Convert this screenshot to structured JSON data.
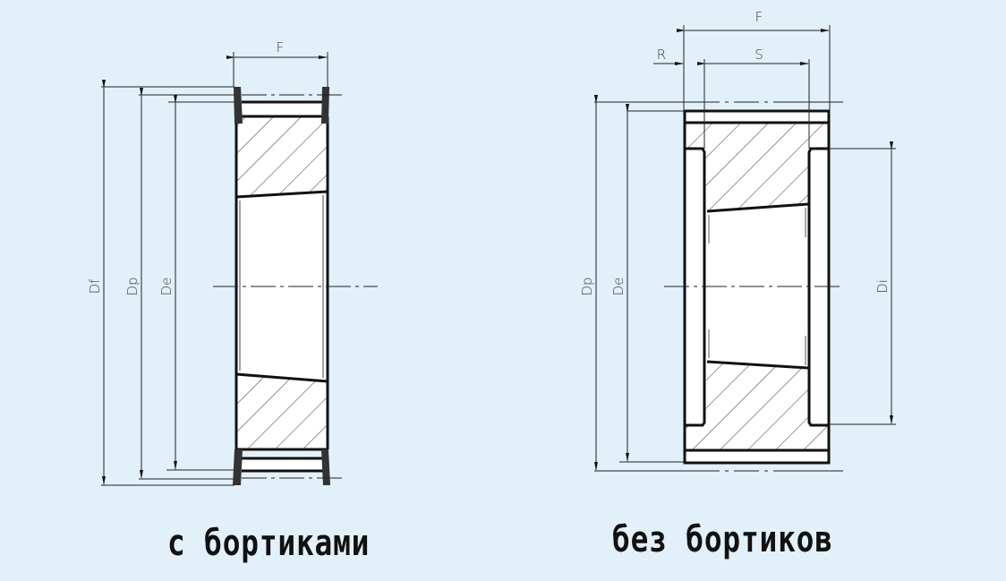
{
  "diagram": {
    "background_color": "#e2f0f9",
    "line_color": "#111111",
    "flange_color": "#333333",
    "left_view": {
      "caption": "с бортиками",
      "dimensions": {
        "width_label": "F",
        "outer_diameter_label": "Df",
        "pitch_diameter_label": "Dp",
        "outside_diameter_label": "De"
      }
    },
    "right_view": {
      "caption": "без бортиков",
      "dimensions": {
        "width_label": "F",
        "offset_label": "R",
        "hub_width_label": "S",
        "pitch_diameter_label": "Dp",
        "outside_diameter_label": "De",
        "inner_diameter_label": "Di"
      }
    }
  }
}
